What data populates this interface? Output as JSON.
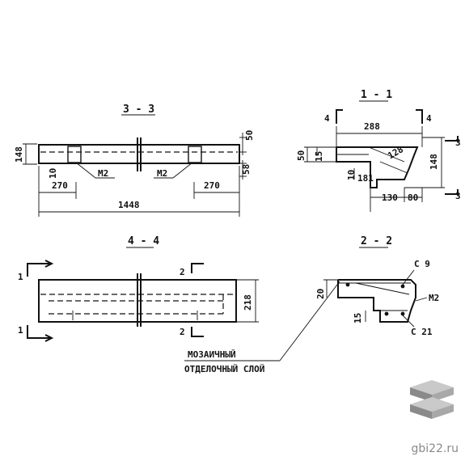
{
  "views": {
    "s33": {
      "title": "3 - 3",
      "dims": {
        "height": "148",
        "left": "270",
        "right": "270",
        "total": "1448",
        "top_r": "50",
        "bot_r": "58",
        "small": "10"
      },
      "marks": {
        "m2_left": "M2",
        "m2_right": "M2"
      }
    },
    "s11": {
      "title": "1 - 1",
      "dims": {
        "top": "288",
        "left_h": "50",
        "left_in": "15",
        "diag": "128",
        "right_h": "148",
        "bottom_a": "10",
        "bottom_b": "181",
        "bottom_c": "130",
        "bottom_d": "80"
      },
      "cuts": {
        "left": "4",
        "right": "4",
        "top_r": "3",
        "bot_r": "3"
      }
    },
    "s44": {
      "title": "4 - 4",
      "dims": {
        "height": "218"
      },
      "cuts": {
        "top_l": "1",
        "bot_l": "1",
        "top_r": "2",
        "bot_r": "2"
      }
    },
    "s22": {
      "title": "2 - 2",
      "dims": {
        "left": "20",
        "inner": "15"
      },
      "marks": {
        "c9": "C 9",
        "m2": "M2",
        "c21": "C 21"
      }
    }
  },
  "callout": {
    "line1": "МОЗАИЧНЫЙ",
    "line2": "ОТДЕЛОЧНЫЙ СЛОЙ"
  },
  "brand": {
    "site": "gbi22.ru",
    "logo_icon": "stacked-slabs-icon"
  }
}
